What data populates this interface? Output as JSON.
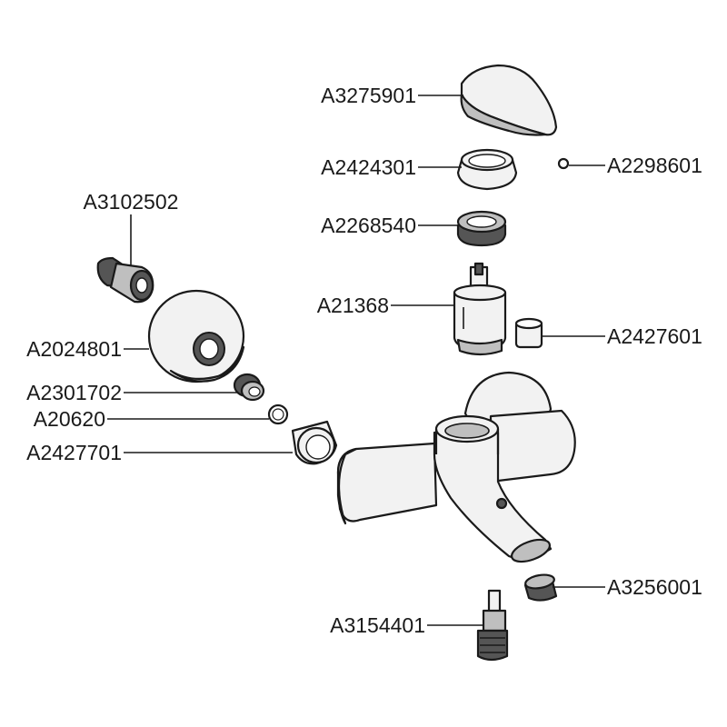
{
  "parts": [
    {
      "id": "handle",
      "code": "A3275901"
    },
    {
      "id": "cover-ring",
      "code": "A2424301"
    },
    {
      "id": "set-screw",
      "code": "A2298601"
    },
    {
      "id": "retaining-nut",
      "code": "A2268540"
    },
    {
      "id": "cartridge",
      "code": "A21368"
    },
    {
      "id": "cap",
      "code": "A2427601"
    },
    {
      "id": "eccentric-connector",
      "code": "A3102502"
    },
    {
      "id": "wall-flange",
      "code": "A2024801"
    },
    {
      "id": "check-valve",
      "code": "A2301702"
    },
    {
      "id": "o-ring",
      "code": "A20620"
    },
    {
      "id": "union-nut",
      "code": "A2427701"
    },
    {
      "id": "aerator",
      "code": "A3256001"
    },
    {
      "id": "diverter",
      "code": "A3154401"
    }
  ],
  "colors": {
    "ink": "#1a1a1a",
    "fill_light": "#f2f2f2",
    "fill_mid": "#bfbfbf",
    "fill_dark": "#555555",
    "background": "#ffffff"
  }
}
